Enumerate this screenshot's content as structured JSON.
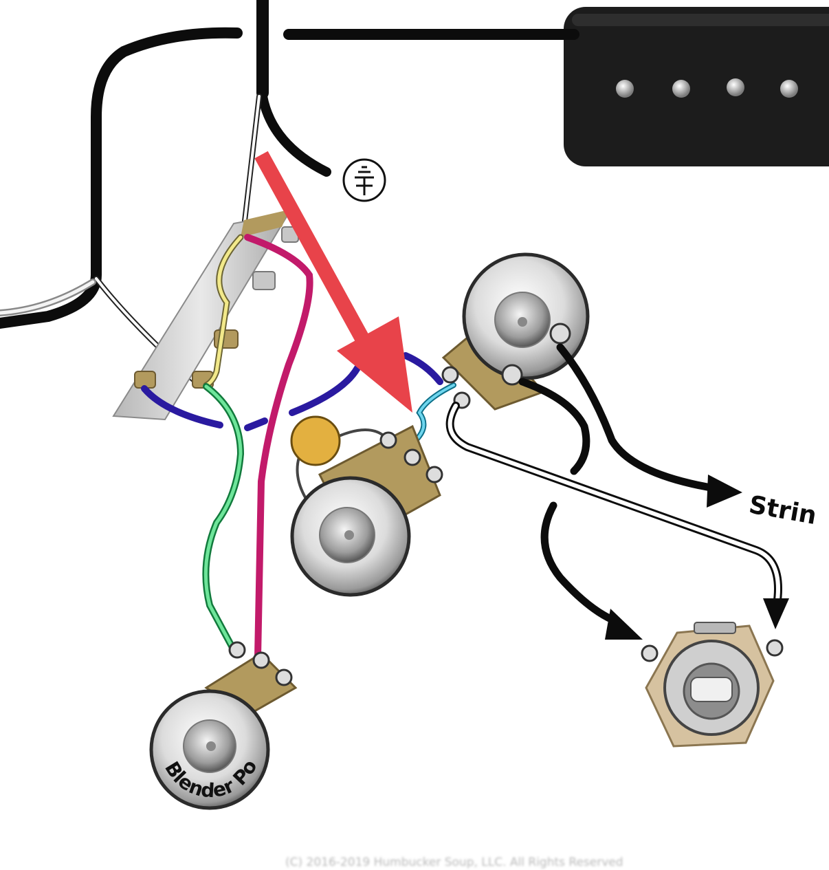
{
  "labels": {
    "strings": "Strin",
    "blender_pot": "Blender Pot",
    "copyright": "(C) 2016-2019 Humbucker Soup, LLC. All Rights Reserved"
  },
  "colors": {
    "pickup": "#1c1c1c",
    "arrow": "#e8434a",
    "wire_black": "#0c0c0c",
    "wire_purple": "#2a1aa0",
    "wire_magenta": "#c21a6a",
    "wire_green": "#28c66a",
    "wire_yellow": "#f2e98a",
    "wire_cyan": "#28b6d8",
    "capacitor": "#e3b040",
    "pot_tab": "#b29a5e",
    "jack": "#d6c2a0"
  },
  "icons": {
    "ground": "ground-symbol-icon"
  }
}
